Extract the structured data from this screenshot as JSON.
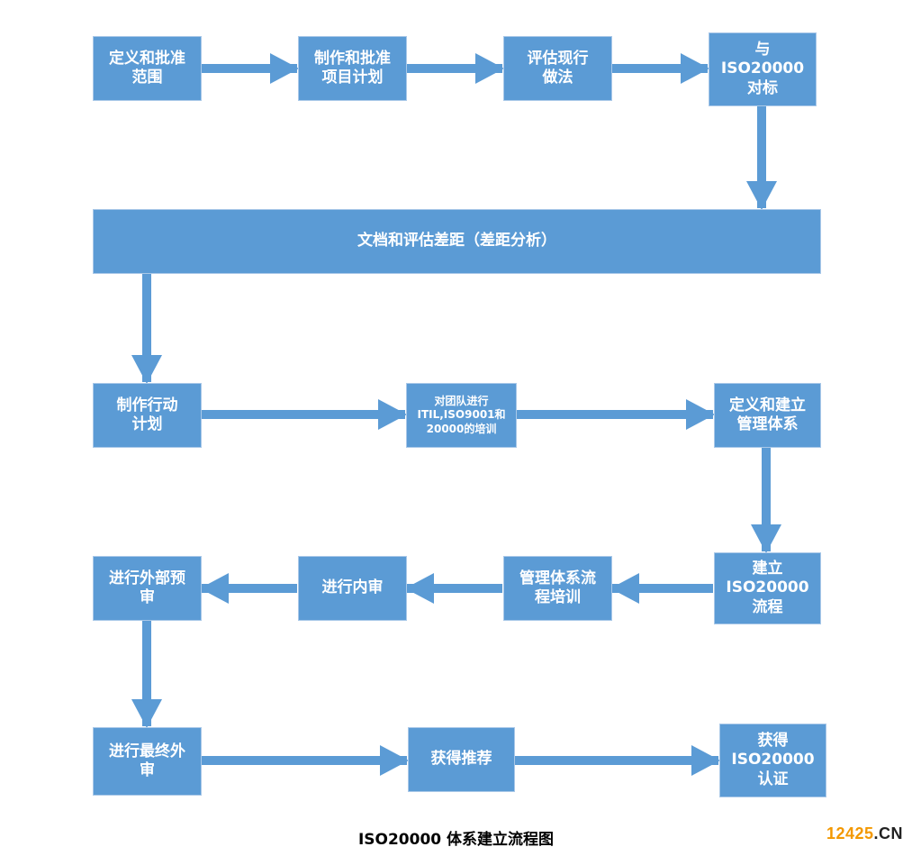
{
  "nodes": {
    "define_scope": "定义和批准\n范围",
    "project_plan": "制作和批准\n项目计划",
    "assess_practice": "评估现行\n做法",
    "compare_iso": "与\nISO20000\n对标",
    "gap_analysis": "文档和评估差距（差距分析）",
    "action_plan": "制作行动\n计划",
    "team_training": "对团队进行\nITIL,ISO9001和\n20000的培训",
    "define_system": "定义和建立\n管理体系",
    "build_process": "建立\nISO20000\n流程",
    "process_training": "管理体系流\n程培训",
    "internal_audit": "进行内审",
    "external_preaudit": "进行外部预\n审",
    "final_audit": "进行最终外\n审",
    "recommendation": "获得推荐",
    "certification": "获得\nISO20000\n认证"
  },
  "caption": "ISO20000 体系建立流程图",
  "watermark": {
    "number": "12425",
    "domain": ".CN"
  },
  "colors": {
    "box": "#5b9bd5",
    "arrow": "#5b9bd5",
    "watermark_number": "#f39800"
  }
}
